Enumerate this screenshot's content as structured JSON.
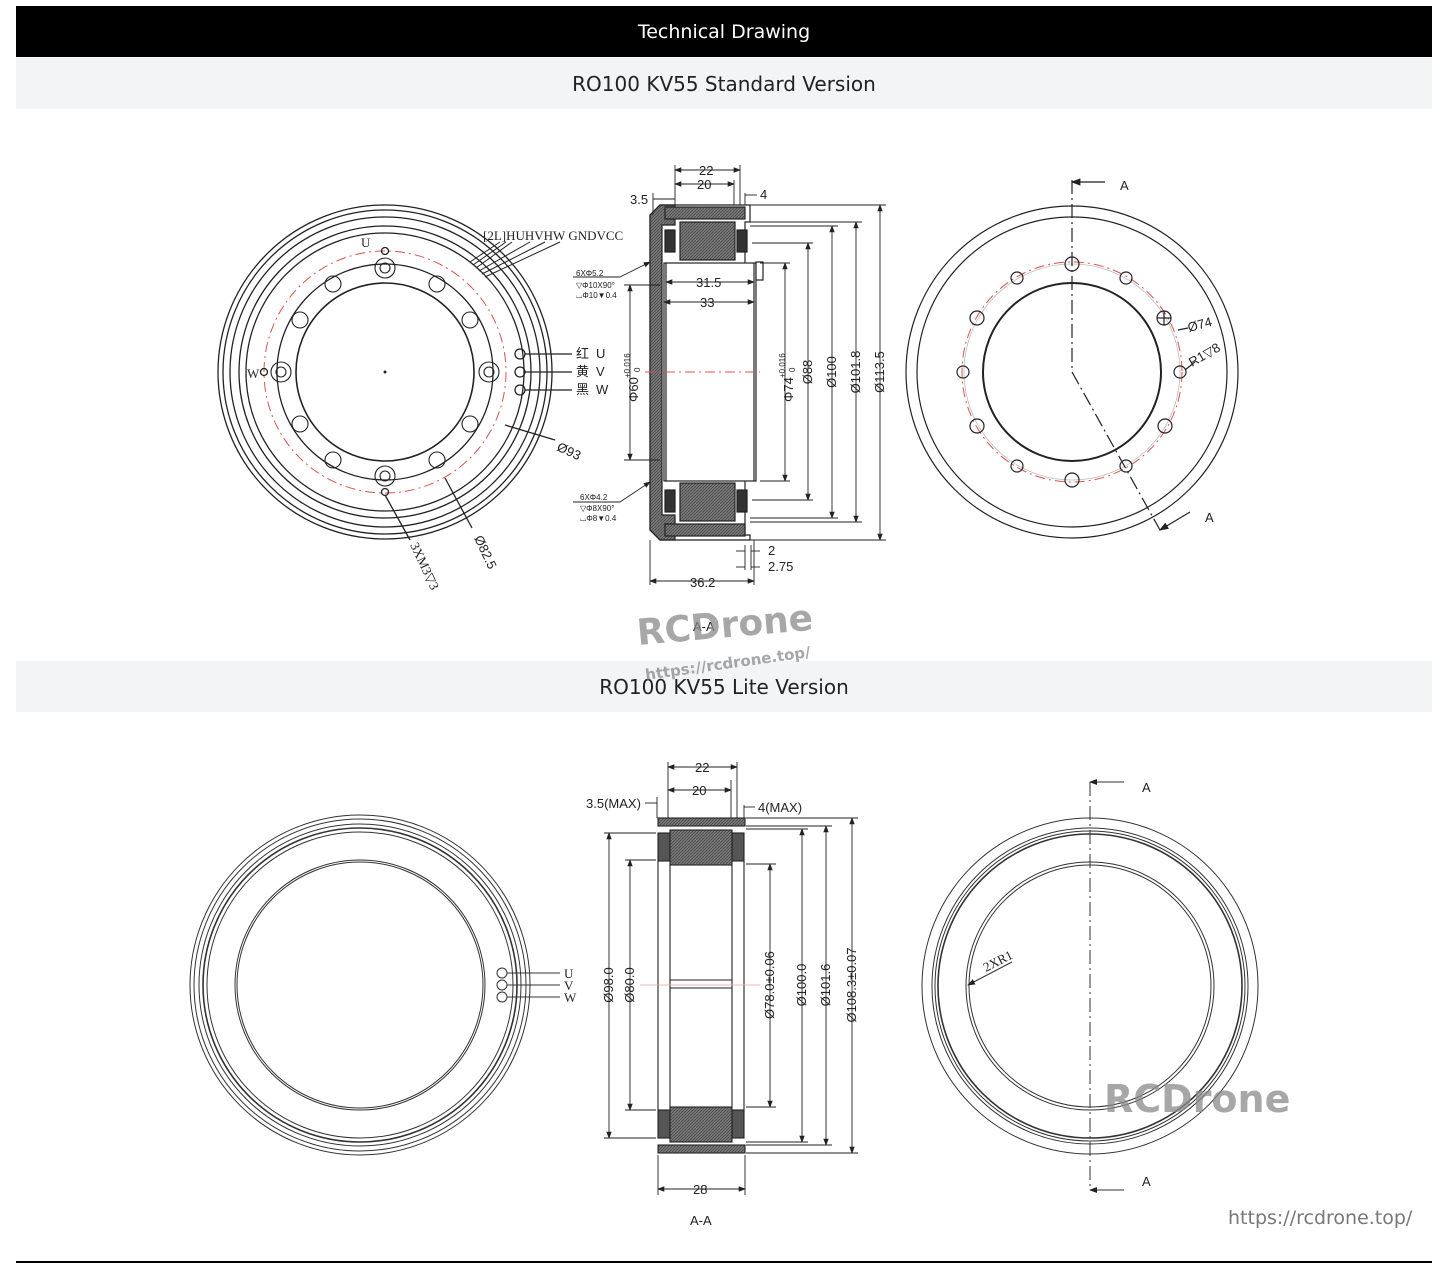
{
  "header": {
    "title": "Technical Drawing"
  },
  "sections": [
    {
      "title": "RO100 KV55 Standard Version",
      "front_view": {
        "wire_labels": "[2L]HUHVHW GNDVCC",
        "phase_labels": [
          {
            "cn": "红",
            "phase": "U"
          },
          {
            "cn": "黄",
            "phase": "V"
          },
          {
            "cn": "黑",
            "phase": "W"
          }
        ],
        "ring_marks": [
          "U",
          "W"
        ],
        "dims": {
          "d93": "Ø93",
          "d82_5": "Ø82.5",
          "thread": "3XM3▽3"
        }
      },
      "section_view": {
        "label": "A-A",
        "top_dims": {
          "w22": "22",
          "w20": "20",
          "l3_5": "3.5",
          "r4": "4"
        },
        "inner_dims": {
          "w31_5": "31.5",
          "w33": "33"
        },
        "bottom_dims": {
          "b2": "2",
          "b2_75": "2.75",
          "w36_2": "36.2"
        },
        "hole_callout_top": [
          "6XΦ5.2",
          "▽Φ10X90°",
          "⌴Φ10▼0.4"
        ],
        "hole_callout_bottom": [
          "6XΦ4.2",
          "▽Φ8X90°",
          "⌴Φ8▼0.4"
        ],
        "left_dia": "Φ60",
        "left_tol": "+0.016",
        "left_tol2": "0",
        "right_dias": [
          "Φ74",
          "Ø88",
          "Ø100",
          "Ø101.8",
          "Ø113.5"
        ],
        "right_tol": "+0.016",
        "right_tol2": "0"
      },
      "rear_view": {
        "section_marks": [
          "A",
          "A"
        ],
        "dims": {
          "d74": "Ø74",
          "r1": "R1▽8"
        }
      }
    },
    {
      "title": "RO100 KV55 Lite Version",
      "front_view": {
        "phase_labels": [
          "U",
          "V",
          "W"
        ]
      },
      "section_view": {
        "label": "A-A",
        "top_dims": {
          "w22": "22",
          "w20": "20",
          "l3_5": "3.5(MAX)",
          "r4": "4(MAX)"
        },
        "bottom_dim": "28",
        "left_dias": [
          "Ø98.0",
          "Ø80.0"
        ],
        "right_dias": [
          "Ø78.0±0.06",
          "Ø100.0",
          "Ø101.6",
          "Ø108.3±0.07"
        ]
      },
      "rear_view": {
        "section_marks": [
          "A",
          "A"
        ],
        "dims": {
          "r1": "2XR1"
        }
      }
    }
  ],
  "watermarks": {
    "brand": "RCDrone",
    "url": "https://rcdrone.top/"
  },
  "colors": {
    "header_bg": "#000000",
    "section_bg": "#f3f4f6",
    "centerline_red": "#d9534f",
    "line": "#222222"
  }
}
